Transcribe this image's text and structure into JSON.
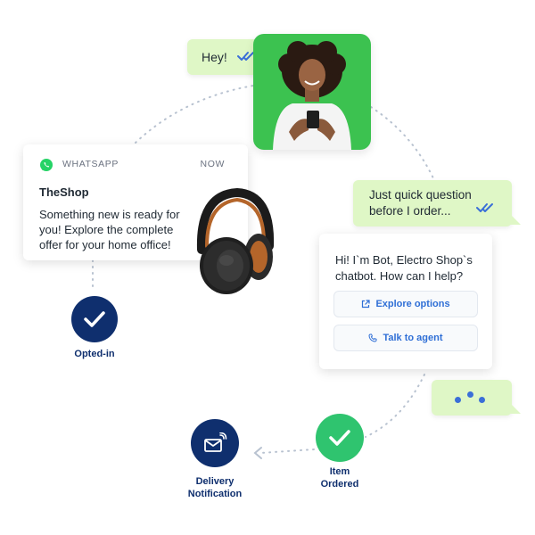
{
  "chat": {
    "greeting": "Hey!",
    "question_line1": "Just quick question",
    "question_line2": "before I order..."
  },
  "notification": {
    "app_name": "WHATSAPP",
    "time": "NOW",
    "sender": "TheShop",
    "message_line1": "Something new is ready for",
    "message_line2": "you! Explore the complete",
    "message_line3": "offer for your home office!",
    "icon": "whatsapp-icon"
  },
  "bot": {
    "line1": "Hi! I`m Bot, Electro Shop`s",
    "line2": "chatbot. How can I help?",
    "explore_label": "Explore options",
    "explore_icon": "external-link-icon",
    "talk_label": "Talk to agent",
    "talk_icon": "phone-icon"
  },
  "steps": {
    "opted_in": "Opted-in",
    "item_ordered_line1": "Item",
    "item_ordered_line2": "Ordered",
    "delivery_line1": "Delivery",
    "delivery_line2": "Notification"
  },
  "colors": {
    "bubble_green": "#dff7c6",
    "photo_green": "#3cc250",
    "navy": "#0f2f6e",
    "success_green": "#2fc46f",
    "link_blue": "#2f6fd6"
  }
}
